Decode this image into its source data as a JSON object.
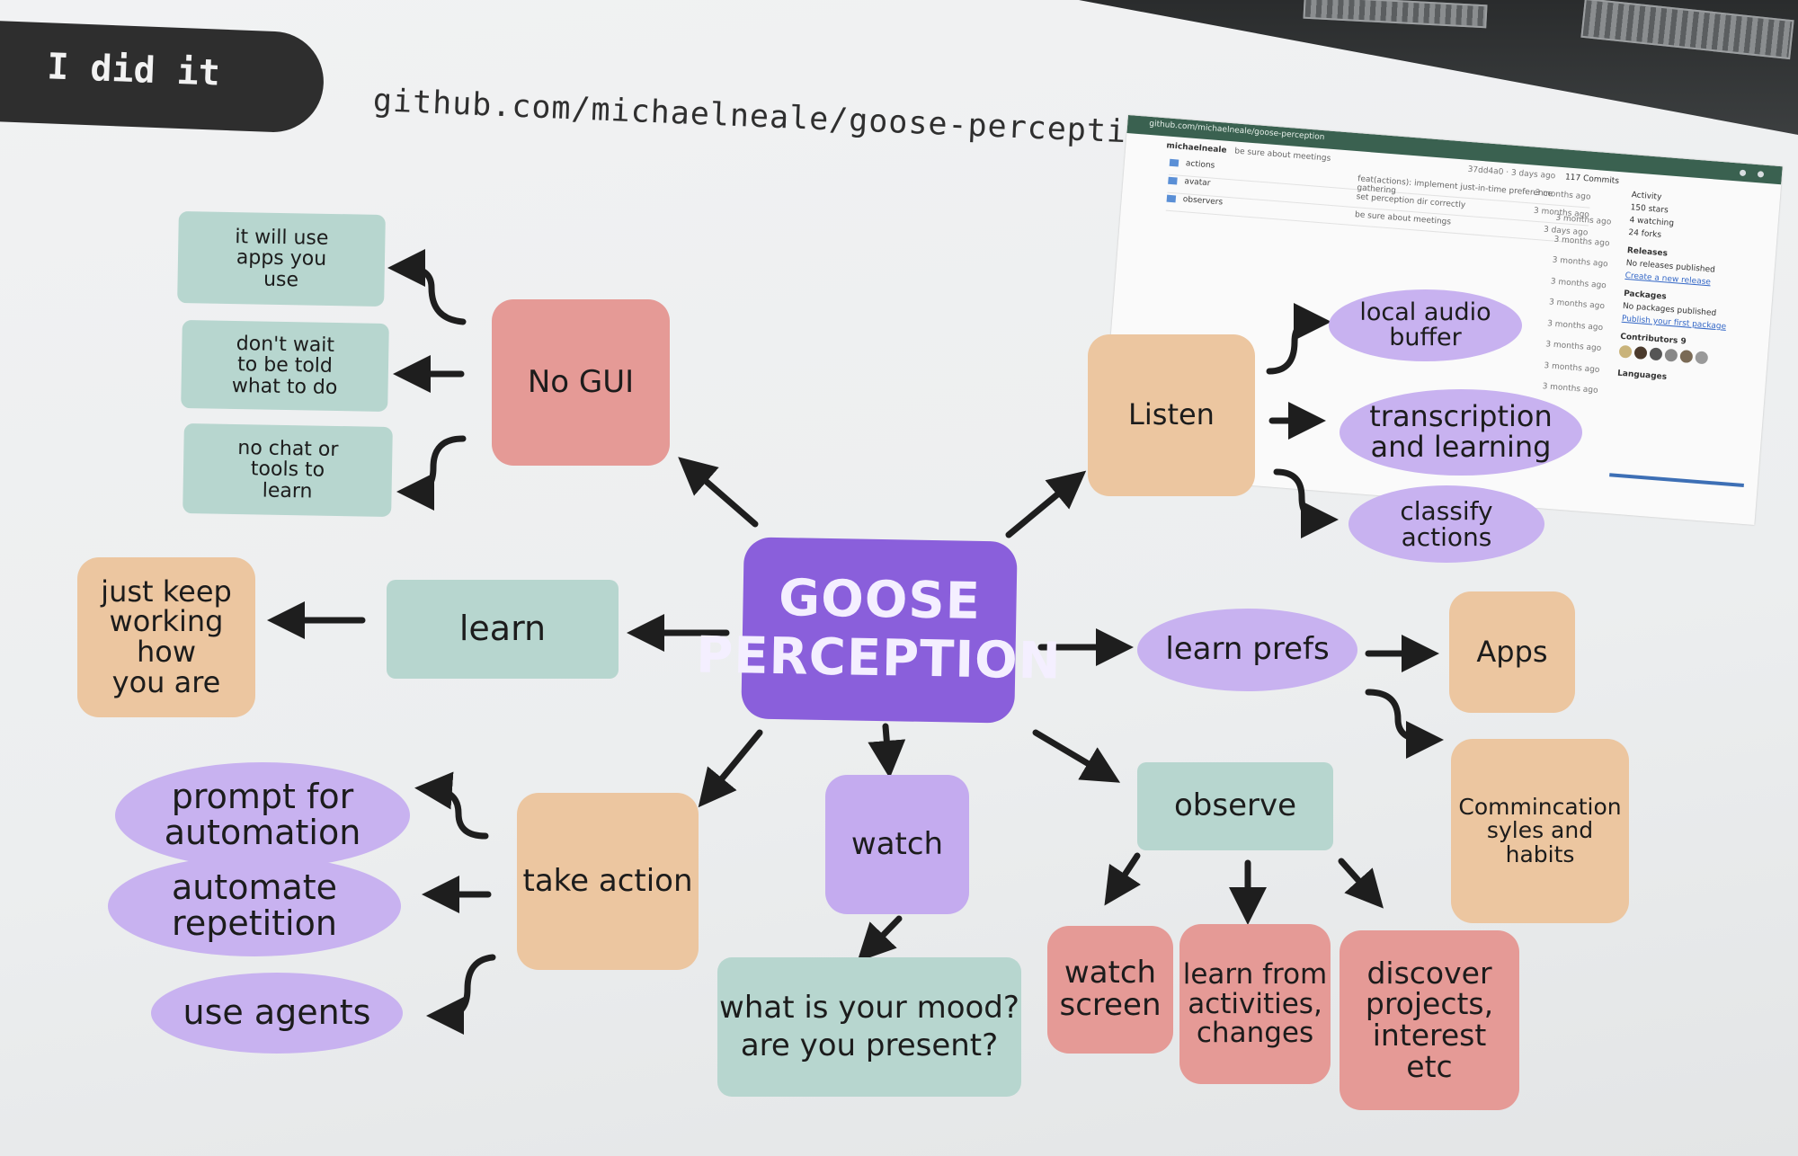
{
  "slide": {
    "title": "I did it",
    "url": "github.com/michaelneale/goose-perception:"
  },
  "diagram": {
    "center": {
      "line1": "GOOSE",
      "line2": "PERCEPTION"
    },
    "no_gui": "No GUI",
    "no_gui_children": [
      [
        "it will use",
        "apps you",
        "use"
      ],
      [
        "don't wait",
        "to be told",
        "what to do"
      ],
      [
        "no chat or",
        "tools to",
        "learn"
      ]
    ],
    "learn": "learn",
    "learn_child": [
      "just keep",
      "working how",
      "you are"
    ],
    "listen": "Listen",
    "listen_children": [
      [
        "local audio",
        "buffer"
      ],
      [
        "transcription",
        "and learning"
      ],
      [
        "classify",
        "actions"
      ]
    ],
    "learn_prefs": "learn prefs",
    "learn_prefs_children": {
      "apps": "Apps",
      "communication": [
        "Commincation",
        "syles and",
        "habits"
      ]
    },
    "observe": "observe",
    "observe_children": [
      [
        "watch",
        "screen"
      ],
      [
        "learn from",
        "activities,",
        "changes"
      ],
      [
        "discover",
        "projects,",
        "interest",
        "etc"
      ]
    ],
    "watch": "watch",
    "watch_child": [
      "what is your mood?",
      "are you present?"
    ],
    "take_action": "take action",
    "take_action_children": [
      [
        "prompt for",
        "automation"
      ],
      [
        "automate",
        "repetition"
      ],
      [
        "use agents"
      ]
    ]
  },
  "github_thumbnail": {
    "bar_url": "github.com/michaelneale/goose-perception",
    "commit_author": "michaelneale",
    "commit_message": "be sure about meetings",
    "commit_meta": "37dd4a0 · 3 days ago",
    "commit_count": "117 Commits",
    "files": [
      {
        "name": "actions",
        "message": "feat(actions): implement just-in-time preference gathering",
        "age": "3 months ago"
      },
      {
        "name": "avatar",
        "message": "set perception dir correctly",
        "age": "3 months ago"
      },
      {
        "name": "observers",
        "message": "be sure about meetings",
        "age": "3 days ago"
      }
    ],
    "more_ages": [
      "3 months ago",
      "3 months ago",
      "3 months ago",
      "3 months ago",
      "3 months ago",
      "3 months ago",
      "3 months ago",
      "3 months ago",
      "3 months ago"
    ],
    "sidebar": {
      "activity": "Activity",
      "stars": "150 stars",
      "watching": "4 watching",
      "forks": "24 forks",
      "releases_heading": "Releases",
      "releases_text": "No releases published",
      "releases_link": "Create a new release",
      "packages_heading": "Packages",
      "packages_text": "No packages published",
      "packages_link": "Publish your first package",
      "contributors_heading": "Contributors",
      "contributors_count": "9",
      "languages_heading": "Languages"
    }
  },
  "colors": {
    "center": "#8a5fdb",
    "green": "#b7d6cf",
    "red": "#e59a96",
    "tan": "#ecc6a0",
    "purple": "#c4abef"
  }
}
